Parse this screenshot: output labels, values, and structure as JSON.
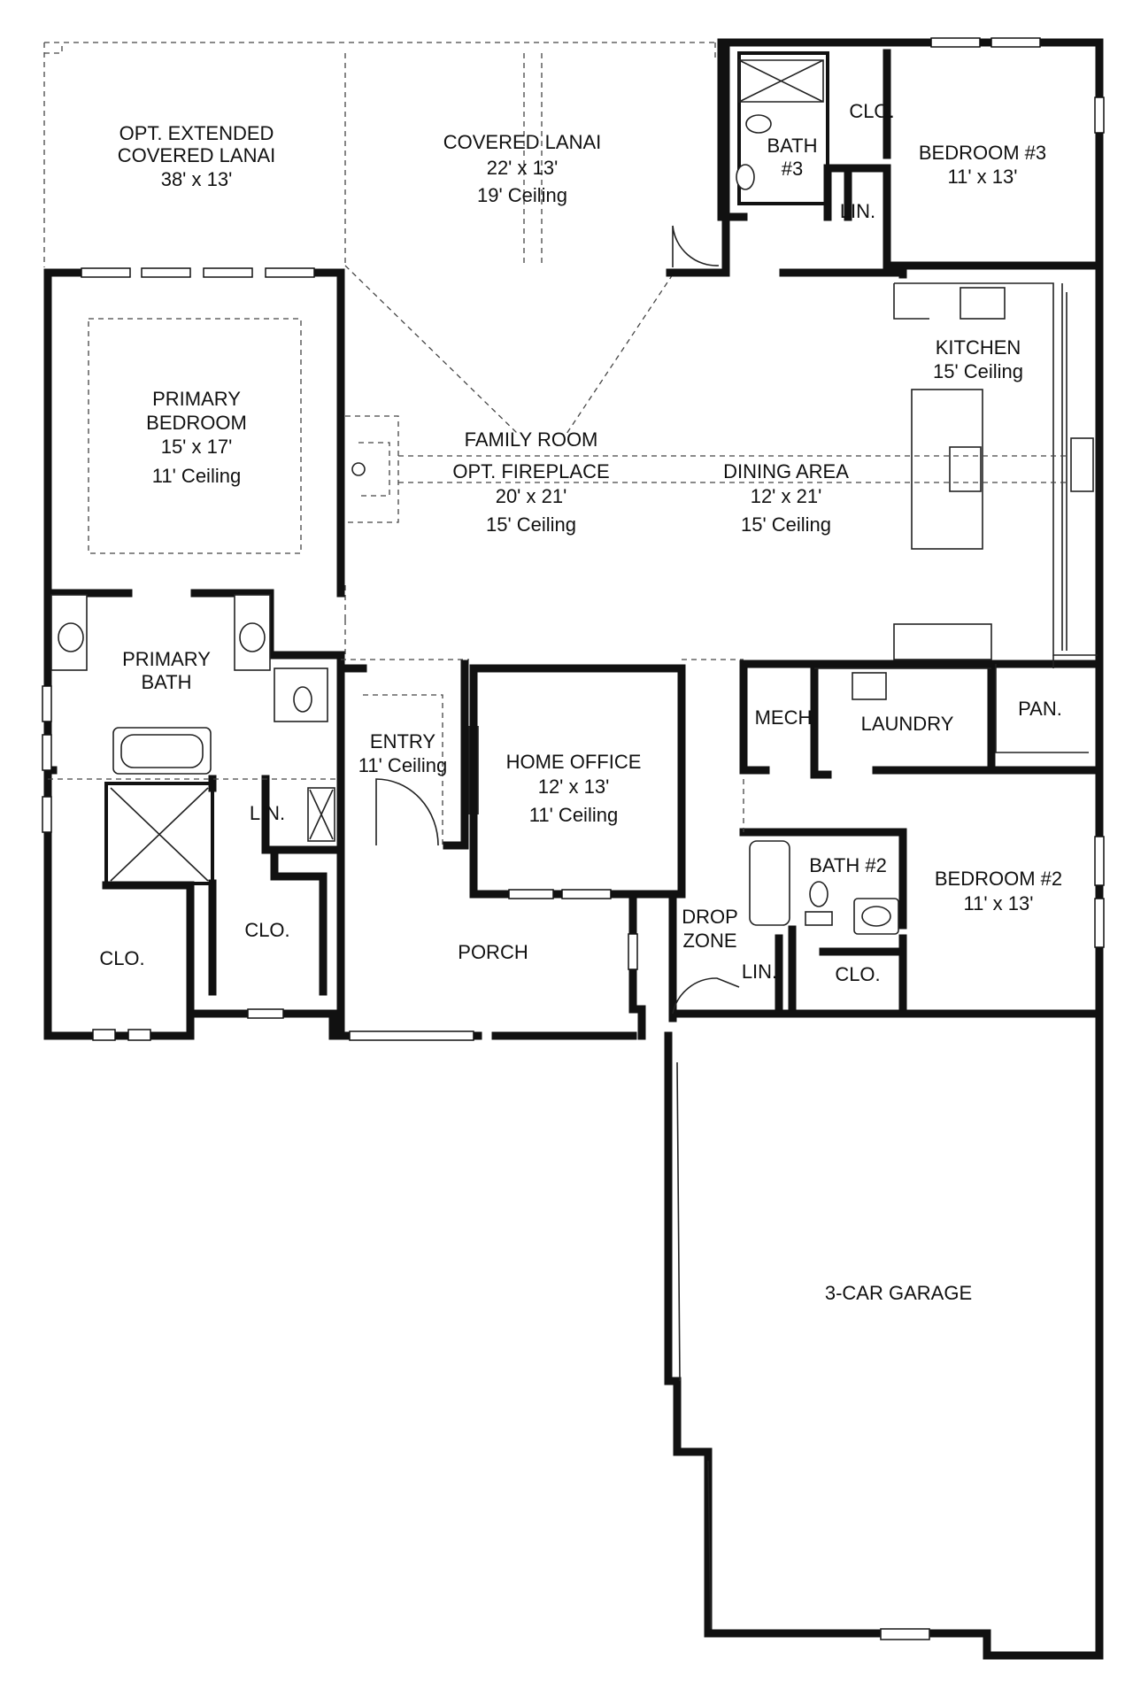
{
  "rooms": {
    "opt_extended_lanai": {
      "name_1": "OPT. EXTENDED",
      "name_2": "COVERED LANAI",
      "size": "38' x 13'"
    },
    "covered_lanai": {
      "name": "COVERED LANAI",
      "size": "22' x 13'",
      "ceiling": "19' Ceiling"
    },
    "bath3": {
      "name_1": "BATH",
      "name_2": "#3"
    },
    "bedroom3": {
      "name": "BEDROOM #3",
      "size": "11' x 13'",
      "closet": "CLO.",
      "linen": "LIN."
    },
    "primary_bedroom": {
      "name_1": "PRIMARY",
      "name_2": "BEDROOM",
      "size": "15' x 17'",
      "ceiling": "11' Ceiling"
    },
    "kitchen": {
      "name": "KITCHEN",
      "ceiling": "15' Ceiling"
    },
    "family_room": {
      "name": "FAMILY ROOM",
      "option": "OPT. FIREPLACE",
      "size": "20' x 21'",
      "ceiling": "15' Ceiling"
    },
    "dining_area": {
      "name": "DINING AREA",
      "size": "12' x 21'",
      "ceiling": "15' Ceiling"
    },
    "primary_bath": {
      "name_1": "PRIMARY",
      "name_2": "BATH",
      "linen": "LIN.",
      "closet_1": "CLO.",
      "closet_2": "CLO."
    },
    "entry": {
      "name": "ENTRY",
      "ceiling": "11' Ceiling"
    },
    "home_office": {
      "name": "HOME OFFICE",
      "size": "12' x 13'",
      "ceiling": "11' Ceiling"
    },
    "mech": {
      "name": "MECH"
    },
    "laundry": {
      "name": "LAUNDRY"
    },
    "pantry": {
      "name": "PAN."
    },
    "bath2": {
      "name": "BATH #2"
    },
    "bedroom2": {
      "name": "BEDROOM #2",
      "size": "11' x 13'",
      "closet": "CLO."
    },
    "porch": {
      "name": "PORCH"
    },
    "drop_zone": {
      "name_1": "DROP",
      "name_2": "ZONE",
      "linen": "LIN."
    },
    "garage": {
      "name": "3-CAR GARAGE"
    }
  }
}
